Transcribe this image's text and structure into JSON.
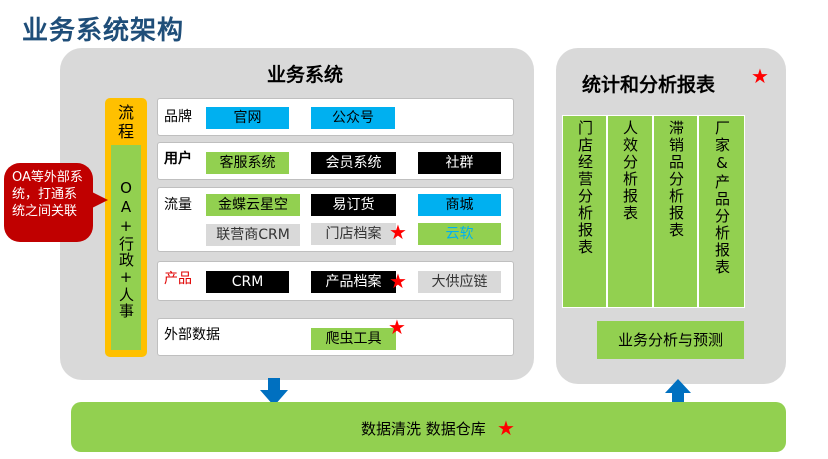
{
  "page_title": "业务系统架构",
  "business": {
    "title": "业务系统",
    "flow_title": "流程",
    "flow_text": "OA+行政+人事",
    "rows": {
      "brand": {
        "label": "品牌",
        "items": [
          "官网",
          "公众号"
        ]
      },
      "user": {
        "label": "用户",
        "items": [
          "客服系统",
          "会员系统",
          "社群"
        ]
      },
      "traffic": {
        "label": "流量",
        "items": [
          "金蝶云星空",
          "易订货",
          "商城",
          "联营商CRM",
          "门店档案",
          "云软"
        ]
      },
      "product": {
        "label": "产品",
        "items": [
          "CRM",
          "产品档案",
          "大供应链"
        ]
      },
      "external": {
        "label": "外部数据",
        "items": [
          "爬虫工具"
        ]
      }
    }
  },
  "callout": "OA等外部系统，打通系统之间关联",
  "stats": {
    "title": "统计和分析报表",
    "columns": [
      "门店经营分析报表",
      "人效分析报表",
      "滞销品分析报表",
      "厂家&产品分析报表"
    ],
    "forecast": "业务分析与预测"
  },
  "bottom": {
    "label": "数据清洗 数据仓库"
  },
  "star_glyph": "★",
  "colors": {
    "title": "#1f4e79",
    "blue_tag": "#00b0f0",
    "green_tag": "#92d050",
    "black_tag": "#000000",
    "flow_bar": "#ffc000",
    "callout": "#c00000",
    "arrow": "#0070c0",
    "star": "#ff0000"
  }
}
